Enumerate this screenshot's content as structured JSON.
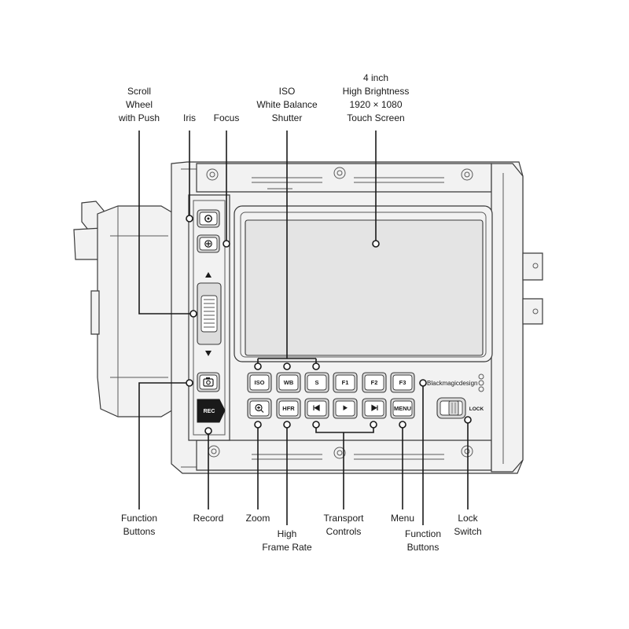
{
  "labels": {
    "scroll_wheel": [
      "Scroll",
      "Wheel",
      "with Push"
    ],
    "iris": [
      "Iris"
    ],
    "focus": [
      "Focus"
    ],
    "iso_wb_shutter": [
      "ISO",
      "White Balance",
      "Shutter"
    ],
    "screen": [
      "4 inch",
      "High Brightness",
      "1920 × 1080",
      "Touch Screen"
    ],
    "function_buttons_left": [
      "Function",
      "Buttons"
    ],
    "record": [
      "Record"
    ],
    "zoom": [
      "Zoom"
    ],
    "high_frame_rate": [
      "High",
      "Frame Rate"
    ],
    "transport_controls": [
      "Transport",
      "Controls"
    ],
    "menu": [
      "Menu"
    ],
    "function_buttons_right": [
      "Function",
      "Buttons"
    ],
    "lock_switch": [
      "Lock",
      "Switch"
    ]
  },
  "buttons": {
    "iso": "ISO",
    "wb": "WB",
    "shutter": "S",
    "f1": "F1",
    "f2": "F2",
    "f3": "F3",
    "hfr": "HFR",
    "menu": "MENU",
    "rec": "REC",
    "lock": "LOCK"
  },
  "brand": "Blackmagicdesign",
  "icons": {
    "iris": "iris-icon",
    "focus": "focus-icon",
    "up": "arrow-up-icon",
    "down": "arrow-down-icon",
    "camera": "camera-icon",
    "zoom": "zoom-icon",
    "prev": "skip-back-icon",
    "play": "play-icon",
    "next": "skip-forward-icon"
  },
  "colors": {
    "line": "#1a1a1a",
    "body_fill": "#f2f2f2",
    "button_fill": "#d9d9d9",
    "rec_fill": "#1a1a1a"
  }
}
